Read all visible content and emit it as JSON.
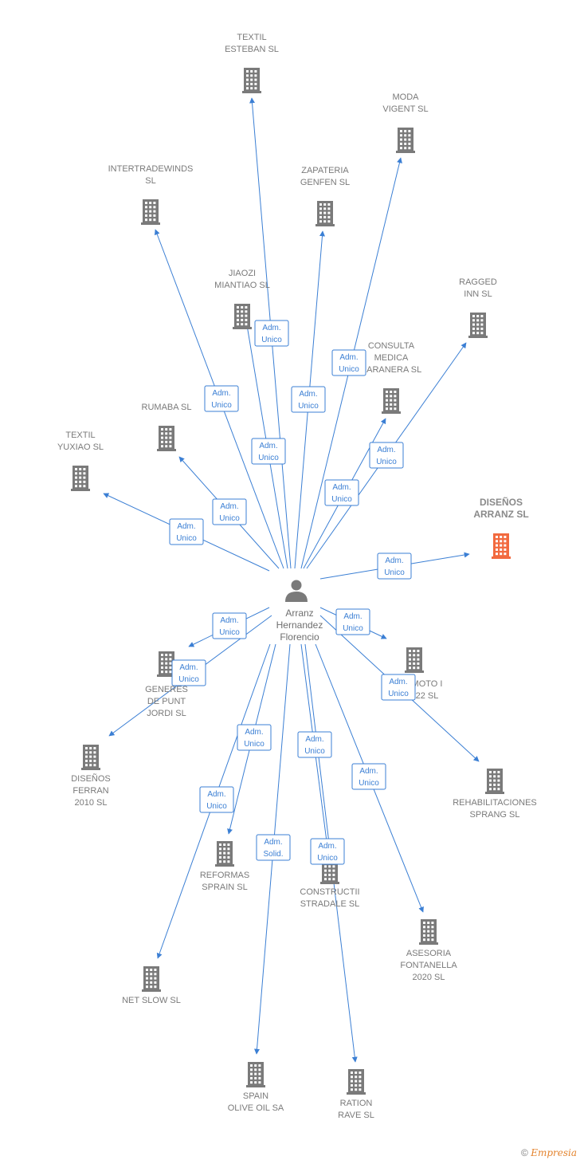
{
  "center": {
    "lines": [
      "Arranz",
      "Hernandez",
      "Florencio"
    ]
  },
  "companies": [
    {
      "id": "textil-esteban",
      "lines": [
        "TEXTIL",
        "ESTEBAN  SL"
      ]
    },
    {
      "id": "moda-vigent",
      "lines": [
        "MODA",
        "VIGENT  SL"
      ]
    },
    {
      "id": "intertradewinds",
      "lines": [
        "INTERTRADEWINDS",
        "SL"
      ]
    },
    {
      "id": "zapateria-genfen",
      "lines": [
        "ZAPATERIA",
        "GENFEN SL"
      ]
    },
    {
      "id": "jiaozi-miantiao",
      "lines": [
        "JIAOZI",
        "MIANTIAO  SL"
      ]
    },
    {
      "id": "ragged-inn",
      "lines": [
        "RAGGED",
        "INN SL"
      ]
    },
    {
      "id": "consulta-medica",
      "lines": [
        "CONSULTA",
        "MEDICA",
        "BARANERA  SL"
      ]
    },
    {
      "id": "rumaba",
      "lines": [
        "RUMABA SL"
      ]
    },
    {
      "id": "textil-yuxiao",
      "lines": [
        "TEXTIL",
        "YUXIAO SL"
      ]
    },
    {
      "id": "disenos-arranz",
      "lines": [
        "DISEÑOS",
        "ARRANZ  SL"
      ]
    },
    {
      "id": "generes",
      "lines": [
        "GENERES",
        "DE PUNT",
        "JORDI  SL"
      ]
    },
    {
      "id": "moto",
      "lines": [
        "MOTO I",
        "22  SL"
      ]
    },
    {
      "id": "disenos-ferran",
      "lines": [
        "DISEÑOS",
        "FERRAN",
        "2010  SL"
      ]
    },
    {
      "id": "rehabilitaciones",
      "lines": [
        "REHABILITACIONES",
        "SPRANG SL"
      ]
    },
    {
      "id": "reformas",
      "lines": [
        "REFORMAS",
        "SPRAIN SL"
      ]
    },
    {
      "id": "constructii",
      "lines": [
        "CONSTRUCTII",
        "STRADALE SL"
      ]
    },
    {
      "id": "asesoria",
      "lines": [
        "ASESORIA",
        "FONTANELLA",
        "2020  SL"
      ]
    },
    {
      "id": "net-slow",
      "lines": [
        "NET SLOW SL"
      ]
    },
    {
      "id": "spain-olive",
      "lines": [
        "SPAIN",
        "OLIVE OIL SA"
      ]
    },
    {
      "id": "ration-rave",
      "lines": [
        "RATION",
        "RAVE SL"
      ]
    }
  ],
  "edges": [
    {
      "target": "textil-esteban",
      "role": [
        "Adm.",
        "Unico"
      ]
    },
    {
      "target": "moda-vigent",
      "role": [
        "Adm.",
        "Unico"
      ]
    },
    {
      "target": "intertradewinds",
      "role": [
        "Adm.",
        "Unico"
      ]
    },
    {
      "target": "zapateria-genfen",
      "role": [
        "Adm.",
        "Unico"
      ]
    },
    {
      "target": "jiaozi-miantiao",
      "role": [
        "Adm.",
        "Unico"
      ]
    },
    {
      "target": "ragged-inn",
      "role": [
        "Adm.",
        "Unico"
      ]
    },
    {
      "target": "consulta-medica",
      "role": [
        "Adm.",
        "Unico"
      ]
    },
    {
      "target": "rumaba",
      "role": [
        "Adm.",
        "Unico"
      ]
    },
    {
      "target": "textil-yuxiao",
      "role": [
        "Adm.",
        "Unico"
      ]
    },
    {
      "target": "disenos-arranz",
      "role": [
        "Adm.",
        "Unico"
      ]
    },
    {
      "target": "generes",
      "role": [
        "Adm.",
        "Unico"
      ]
    },
    {
      "target": "moto",
      "role": [
        "Adm.",
        "Unico"
      ]
    },
    {
      "target": "disenos-ferran",
      "role": [
        "Adm.",
        "Unico"
      ]
    },
    {
      "target": "rehabilitaciones",
      "role": [
        "Adm.",
        "Unico"
      ]
    },
    {
      "target": "reformas",
      "role": [
        "Adm.",
        "Unico"
      ]
    },
    {
      "target": "constructii",
      "role": [
        "Adm.",
        "Unico"
      ]
    },
    {
      "target": "asesoria",
      "role": [
        "Adm.",
        "Unico"
      ]
    },
    {
      "target": "net-slow",
      "role": [
        "Adm.",
        "Unico"
      ]
    },
    {
      "target": "spain-olive",
      "role": [
        "Adm.",
        "Solid."
      ]
    },
    {
      "target": "ration-rave",
      "role": [
        "Adm.",
        "Unico"
      ]
    }
  ],
  "colors": {
    "edge": "#3b7fd4",
    "building": "#7a7a7a",
    "highlight": "#f26a3f",
    "person": "#7a7a7a"
  },
  "footer": {
    "copyright": "©",
    "brand": "Empresia"
  }
}
